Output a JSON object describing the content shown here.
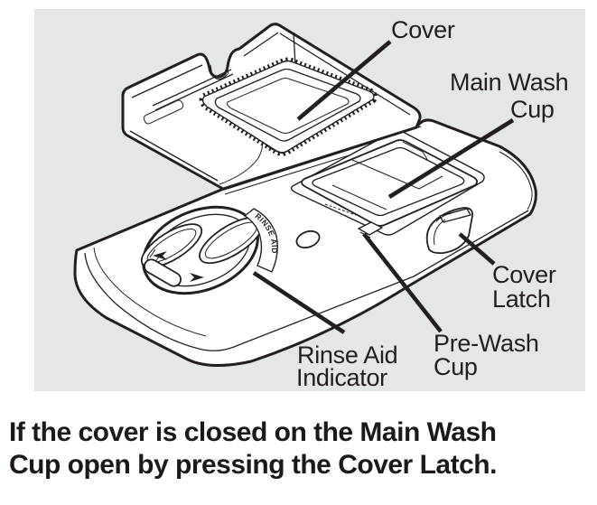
{
  "figure": {
    "colors": {
      "panel_background": "#e5e6e6",
      "line": "#231f20",
      "text": "#231f20"
    },
    "labels": {
      "cover": {
        "text": "Cover"
      },
      "main_wash_cup": {
        "line1": "Main Wash",
        "line2": "Cup"
      },
      "cover_latch": {
        "line1": "Cover",
        "line2": "Latch"
      },
      "pre_wash_cup": {
        "line1": "Pre-Wash",
        "line2": "Cup"
      },
      "rinse_aid_indicator": {
        "line1": "Rinse Aid",
        "line2": "Indicator"
      }
    },
    "dispenser_marking": "RINSE AID"
  },
  "caption": {
    "line1": "If the cover is closed on the Main Wash",
    "line2": "Cup open by pressing the Cover Latch."
  }
}
